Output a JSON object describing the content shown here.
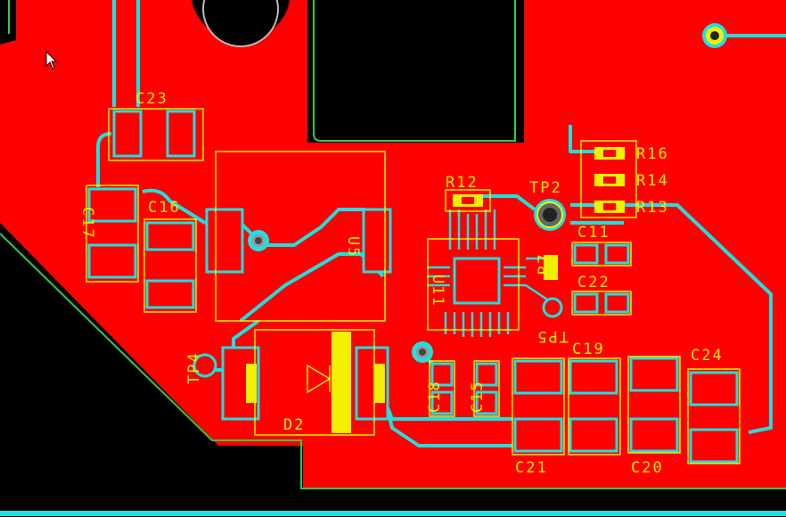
{
  "view": {
    "name": "PCB layout editor - top layer"
  },
  "colors": {
    "board_copper": "#ff0000",
    "trace": "#1ee0e0",
    "silkscreen": "#f0f000",
    "outline": "#2ecc40",
    "background": "#000000",
    "pad": "#f0f000"
  },
  "labels": {
    "C23": "C23",
    "C17": "C17",
    "C16": "C16",
    "U5": "U5",
    "R12": "R12",
    "TP2": "TP2",
    "R16": "R16",
    "R14": "R14",
    "R13": "R13",
    "C11": "C11",
    "R7": "R7",
    "C22": "C22",
    "U11": "U11",
    "TP5": "TP5",
    "TP4": "TP4",
    "D2": "D2",
    "C18": "C18",
    "C15": "C15",
    "C19": "C19",
    "C24": "C24",
    "C21": "C21",
    "C20": "C20"
  },
  "cursor": {
    "icon": "arrow-pointer-icon"
  }
}
